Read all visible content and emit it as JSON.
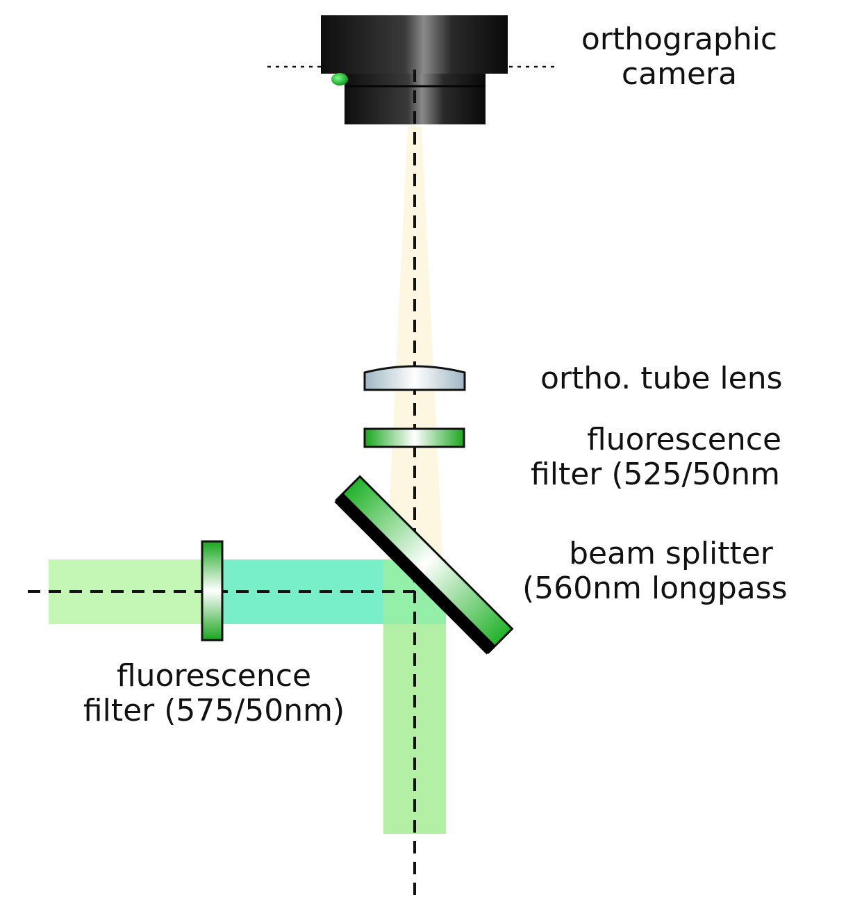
{
  "labels": {
    "camera": {
      "line1": "orthographic",
      "line2": "camera"
    },
    "tube_lens": "ortho. tube lens",
    "filter_top": {
      "line1": "fluorescence",
      "line2": "filter (525/50nm"
    },
    "beam_splitter": {
      "line1": "beam splitter",
      "line2": "(560nm longpass"
    },
    "filter_left": {
      "line1": "fluorescence",
      "line2": "filter (575/50nm)"
    }
  },
  "colors": {
    "camera_body": "#1a1a1a",
    "cone_light": "#fdf6e1",
    "beam_cyan": "#78efc8",
    "beam_green": "#bdf5b0",
    "filter_green": "#22b22a",
    "lens_blue": "#b8cdd8",
    "indicator_green": "#21c739"
  }
}
